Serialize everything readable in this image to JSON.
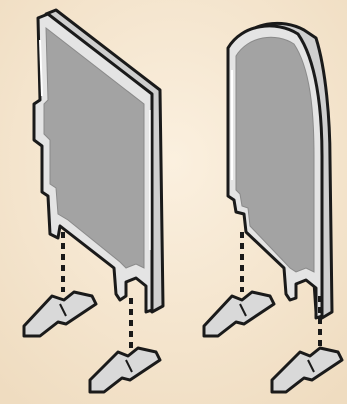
{
  "illustration": {
    "background_color": "#f4e3cb",
    "panel_face_color": "#a3a3a3",
    "panel_edge_color": "#e4e4e4",
    "outline_color": "#1a1a1a",
    "stand_color": "#d9d9d9",
    "parts": [
      {
        "name": "rectangular-panel",
        "icon": "rectangular-panel-icon"
      },
      {
        "name": "arched-panel",
        "icon": "arched-panel-icon"
      },
      {
        "name": "stand-foot",
        "icon": "stand-foot-icon",
        "count": 4
      }
    ]
  }
}
